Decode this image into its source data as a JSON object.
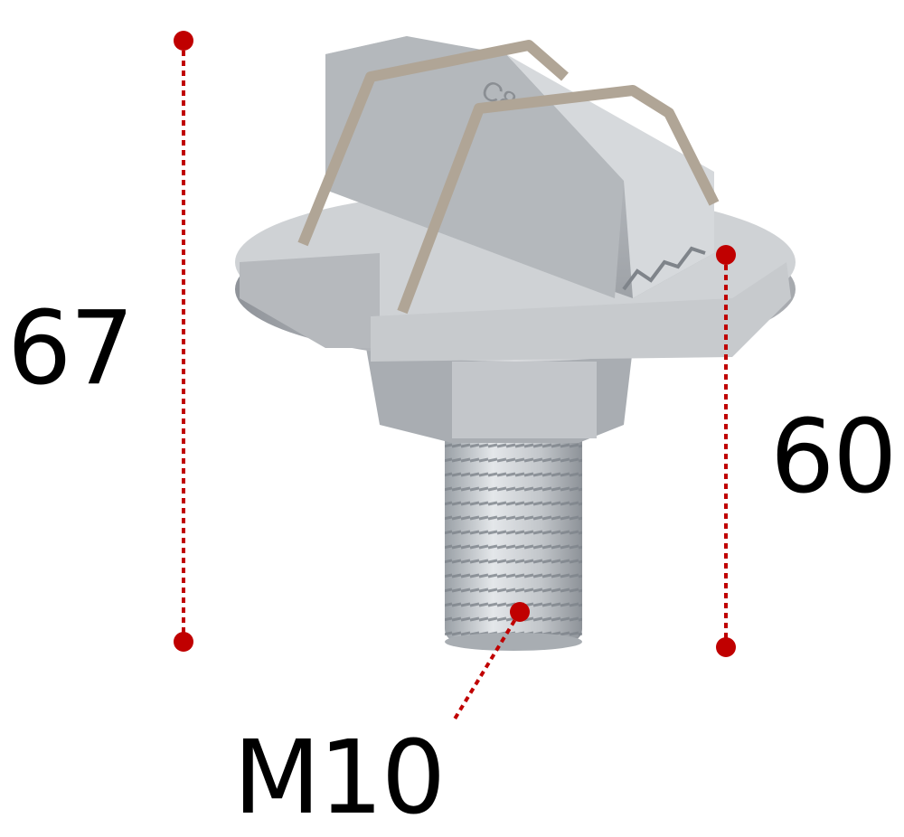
{
  "dimensions": {
    "overall_height": "67",
    "height_below_disc": "60",
    "thread": "M10"
  },
  "product_marking": "C8",
  "colors": {
    "dimension_line": "#c00000",
    "steel": "#b9bcc0",
    "spring_wire": "#b0a596",
    "label": "#000000"
  }
}
